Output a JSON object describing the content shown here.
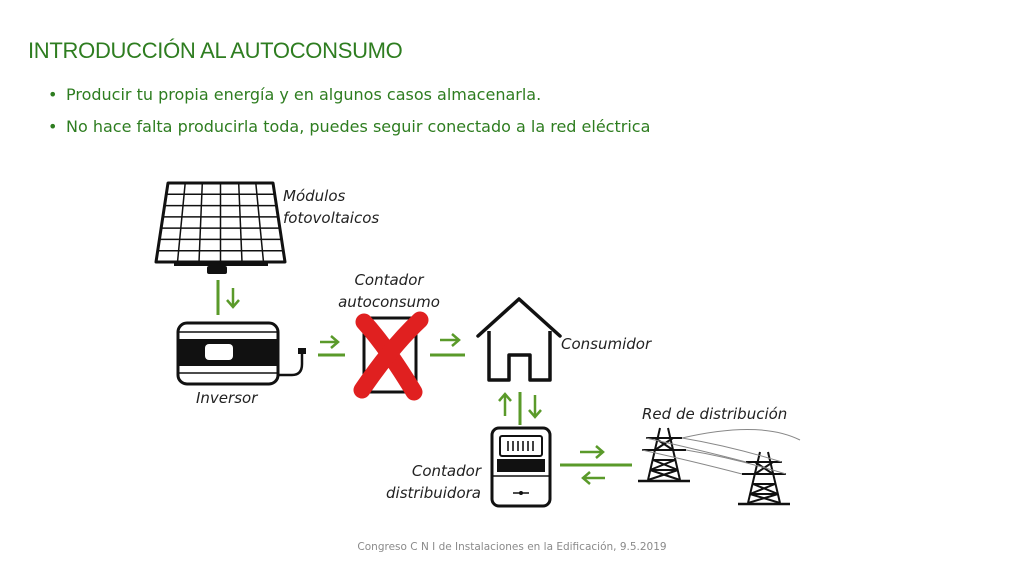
{
  "title": "INTRODUCCIÓN AL AUTOCONSUMO",
  "bullets": [
    "Producir tu propia energía y en algunos casos almacenarla.",
    "No hace falta producirla toda, puedes seguir conectado a la red eléctrica"
  ],
  "diagram": {
    "labels": {
      "modules_line1": "Módulos",
      "modules_line2": "fotovoltaicos",
      "self_meter_line1": "Contador",
      "self_meter_line2": "autoconsumo",
      "consumer": "Consumidor",
      "inverter": "Inversor",
      "grid": "Red de distribución",
      "dist_meter_line1": "Contador",
      "dist_meter_line2": "distribuidora"
    },
    "icons": [
      "solar-panel-icon",
      "inverter-icon",
      "meter-icon",
      "cross-icon",
      "house-icon",
      "electricity-pylon-icon",
      "arrow-icon"
    ],
    "colors": {
      "accent": "#2e7d20",
      "arrow": "#5a9a2a",
      "cross": "#e02020"
    }
  },
  "footer": "Congreso C N I de Instalaciones en la Edificación, 9.5.2019"
}
